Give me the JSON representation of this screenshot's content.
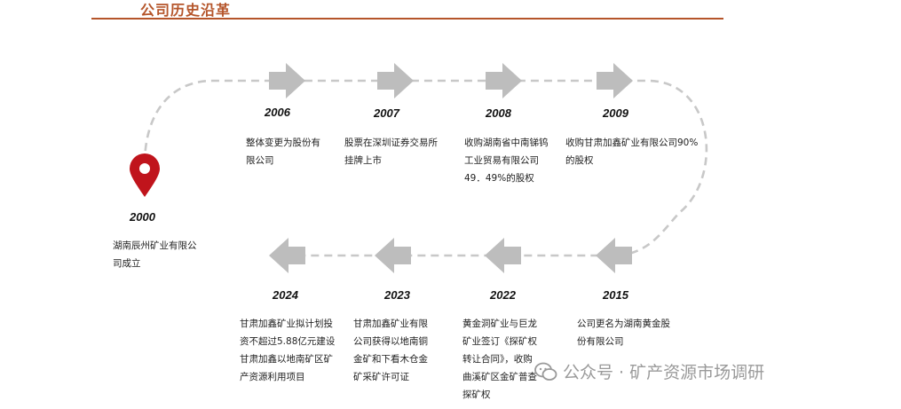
{
  "header": {
    "title": "公司历史沿革"
  },
  "colors": {
    "accent": "#b5552a",
    "pin": "#c0141c",
    "arrow": "#bdbdbd",
    "dash": "#c8c8c8"
  },
  "events": [
    {
      "year": "2000",
      "desc": "湖南辰州矿业有限公司成立"
    },
    {
      "year": "2006",
      "desc": "整体变更为股份有限公司"
    },
    {
      "year": "2007",
      "desc": "股票在深圳证券交易所挂牌上市"
    },
    {
      "year": "2008",
      "desc": "收购湖南省中南锑钨工业贸易有限公司49．49%的股权"
    },
    {
      "year": "2009",
      "desc": "收购甘肃加鑫矿业有限公司90%的股权"
    },
    {
      "year": "2015",
      "desc": "公司更名为湖南黄金股份有限公司"
    },
    {
      "year": "2022",
      "desc": "黄金洞矿业与巨龙矿业签订《探矿权转让合同》，收购曲溪矿区金矿普查探矿权"
    },
    {
      "year": "2023",
      "desc": "甘肃加鑫矿业有限公司获得以地南铜金矿和下看木仓金矿采矿许可证"
    },
    {
      "year": "2024",
      "desc": "甘肃加鑫矿业拟计划投资不超过5.88亿元建设甘肃加鑫以地南矿区矿产资源利用项目"
    }
  ],
  "watermark": {
    "text": "公众号 · 矿产资源市场调研",
    "icon": "wechat-icon"
  }
}
